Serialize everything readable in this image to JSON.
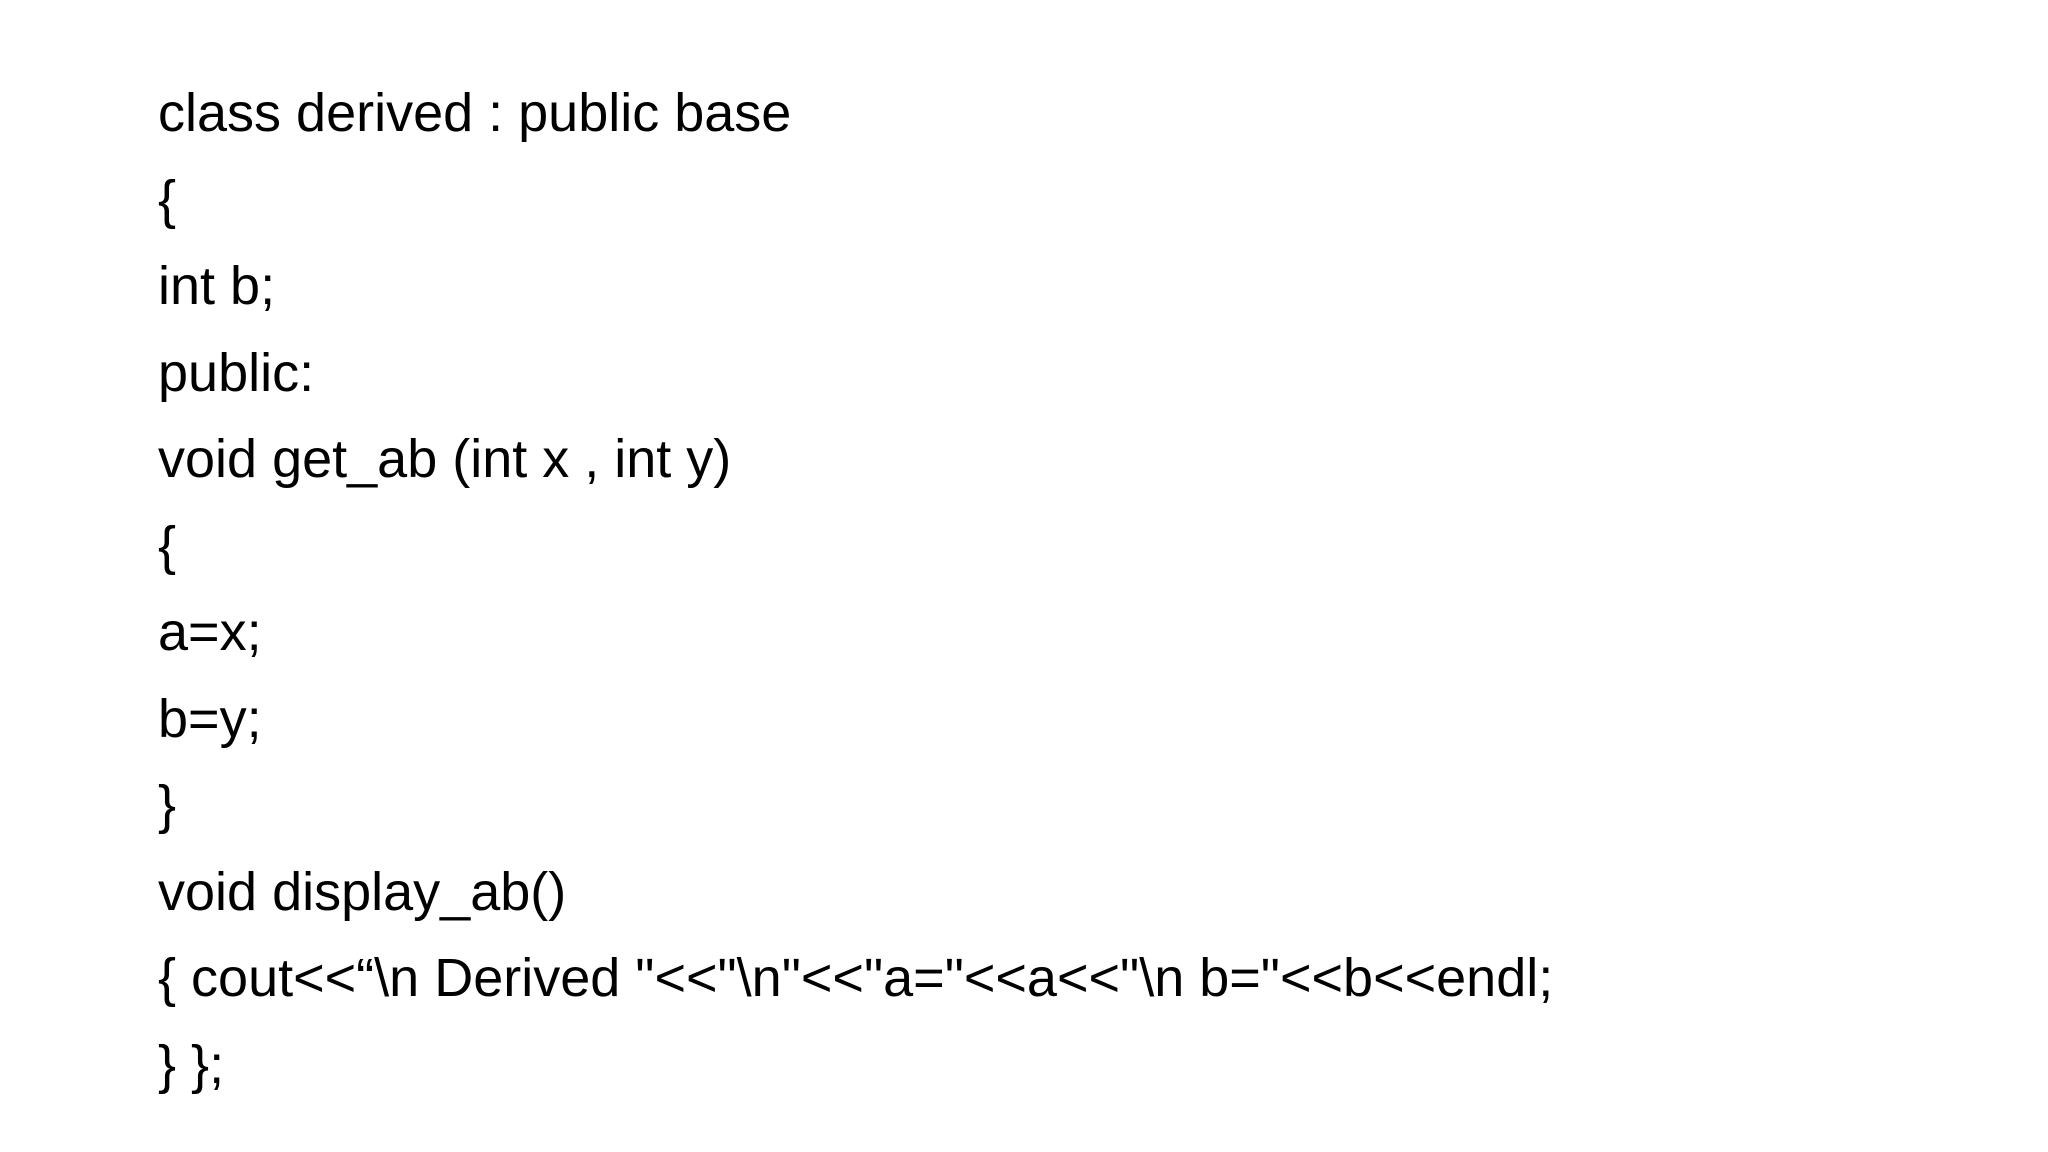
{
  "slide": {
    "code_lines": [
      "class derived : public base",
      "{",
      "int b;",
      "public:",
      "void get_ab (int x , int y)",
      "{",
      "a=x;",
      "b=y;",
      "}",
      "void display_ab()",
      "{ cout<<“\\n Derived \"<<\"\\n\"<<\"a=\"<<a<<\"\\n b=\"<<b<<endl;",
      "} };"
    ]
  }
}
